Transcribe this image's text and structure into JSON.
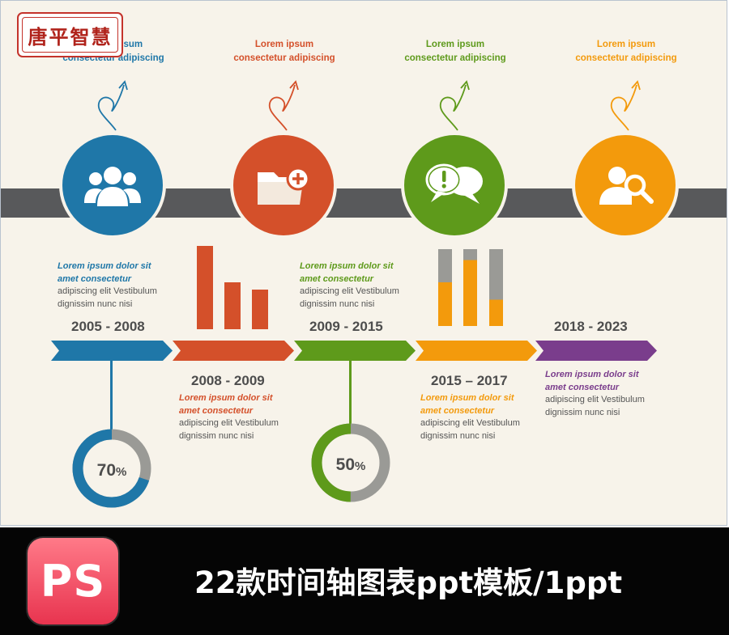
{
  "stamp": {
    "text": "唐平智慧"
  },
  "milestones": [
    {
      "title": "Lorem ipsum",
      "subtitle": "consectetur adipiscing",
      "color": "#1f77a8",
      "icon": "users-icon"
    },
    {
      "title": "Lorem ipsum",
      "subtitle": "consectetur adipiscing",
      "color": "#d4502a",
      "icon": "folder-add-icon"
    },
    {
      "title": "Lorem ipsum",
      "subtitle": "consectetur adipiscing",
      "color": "#5e9a1b",
      "icon": "chat-alert-icon"
    },
    {
      "title": "Lorem ipsum",
      "subtitle": "consectetur adipiscing",
      "color": "#f39a0c",
      "icon": "user-search-icon"
    }
  ],
  "periods": [
    {
      "years": "2005 - 2008",
      "color": "#1f77a8",
      "desc_line1": "Lorem ipsum dolor sit",
      "desc_line2": "amet consectetur",
      "desc_line3": "adipiscing elit Vestibulum",
      "desc_line4": "dignissim nunc nisi"
    },
    {
      "years": "2008 - 2009",
      "color": "#d4502a",
      "desc_line1": "Lorem ipsum dolor sit",
      "desc_line2": "amet consectetur",
      "desc_line3": "adipiscing elit Vestibulum",
      "desc_line4": "dignissim nunc nisi"
    },
    {
      "years": "2009 - 2015",
      "color": "#5e9a1b",
      "desc_line1": "Lorem ipsum dolor sit",
      "desc_line2": "amet consectetur",
      "desc_line3": "adipiscing elit Vestibulum",
      "desc_line4": "dignissim nunc nisi"
    },
    {
      "years": "2015 – 2017",
      "color": "#f39a0c",
      "desc_line1": "Lorem ipsum dolor sit",
      "desc_line2": "amet consectetur",
      "desc_line3": "adipiscing elit Vestibulum",
      "desc_line4": "dignissim nunc nisi"
    },
    {
      "years": "2018 - 2023",
      "color": "#7a3d8c",
      "desc_line1": "Lorem ipsum dolor sit",
      "desc_line2": "amet consectetur",
      "desc_line3": "adipiscing elit Vestibulum",
      "desc_line4": "dignissim nunc nisi"
    }
  ],
  "red_bars": {
    "values": [
      100,
      56,
      48
    ],
    "color": "#d4502a"
  },
  "orange_bars": {
    "fill_fractions": [
      0.57,
      0.86,
      0.34
    ],
    "color": "#f39a0c",
    "track_color": "#9a9a96"
  },
  "donuts": [
    {
      "label_number": "70",
      "label_suffix": "%",
      "value": 0.7,
      "color": "#1f77a8",
      "track_color": "#9a9a96"
    },
    {
      "label_number": "50",
      "label_suffix": "%",
      "value": 0.5,
      "color": "#5e9a1b",
      "track_color": "#9a9a96"
    }
  ],
  "footer": {
    "ps_label": "PS",
    "title": "22款时间轴图表ppt模板/1ppt"
  }
}
